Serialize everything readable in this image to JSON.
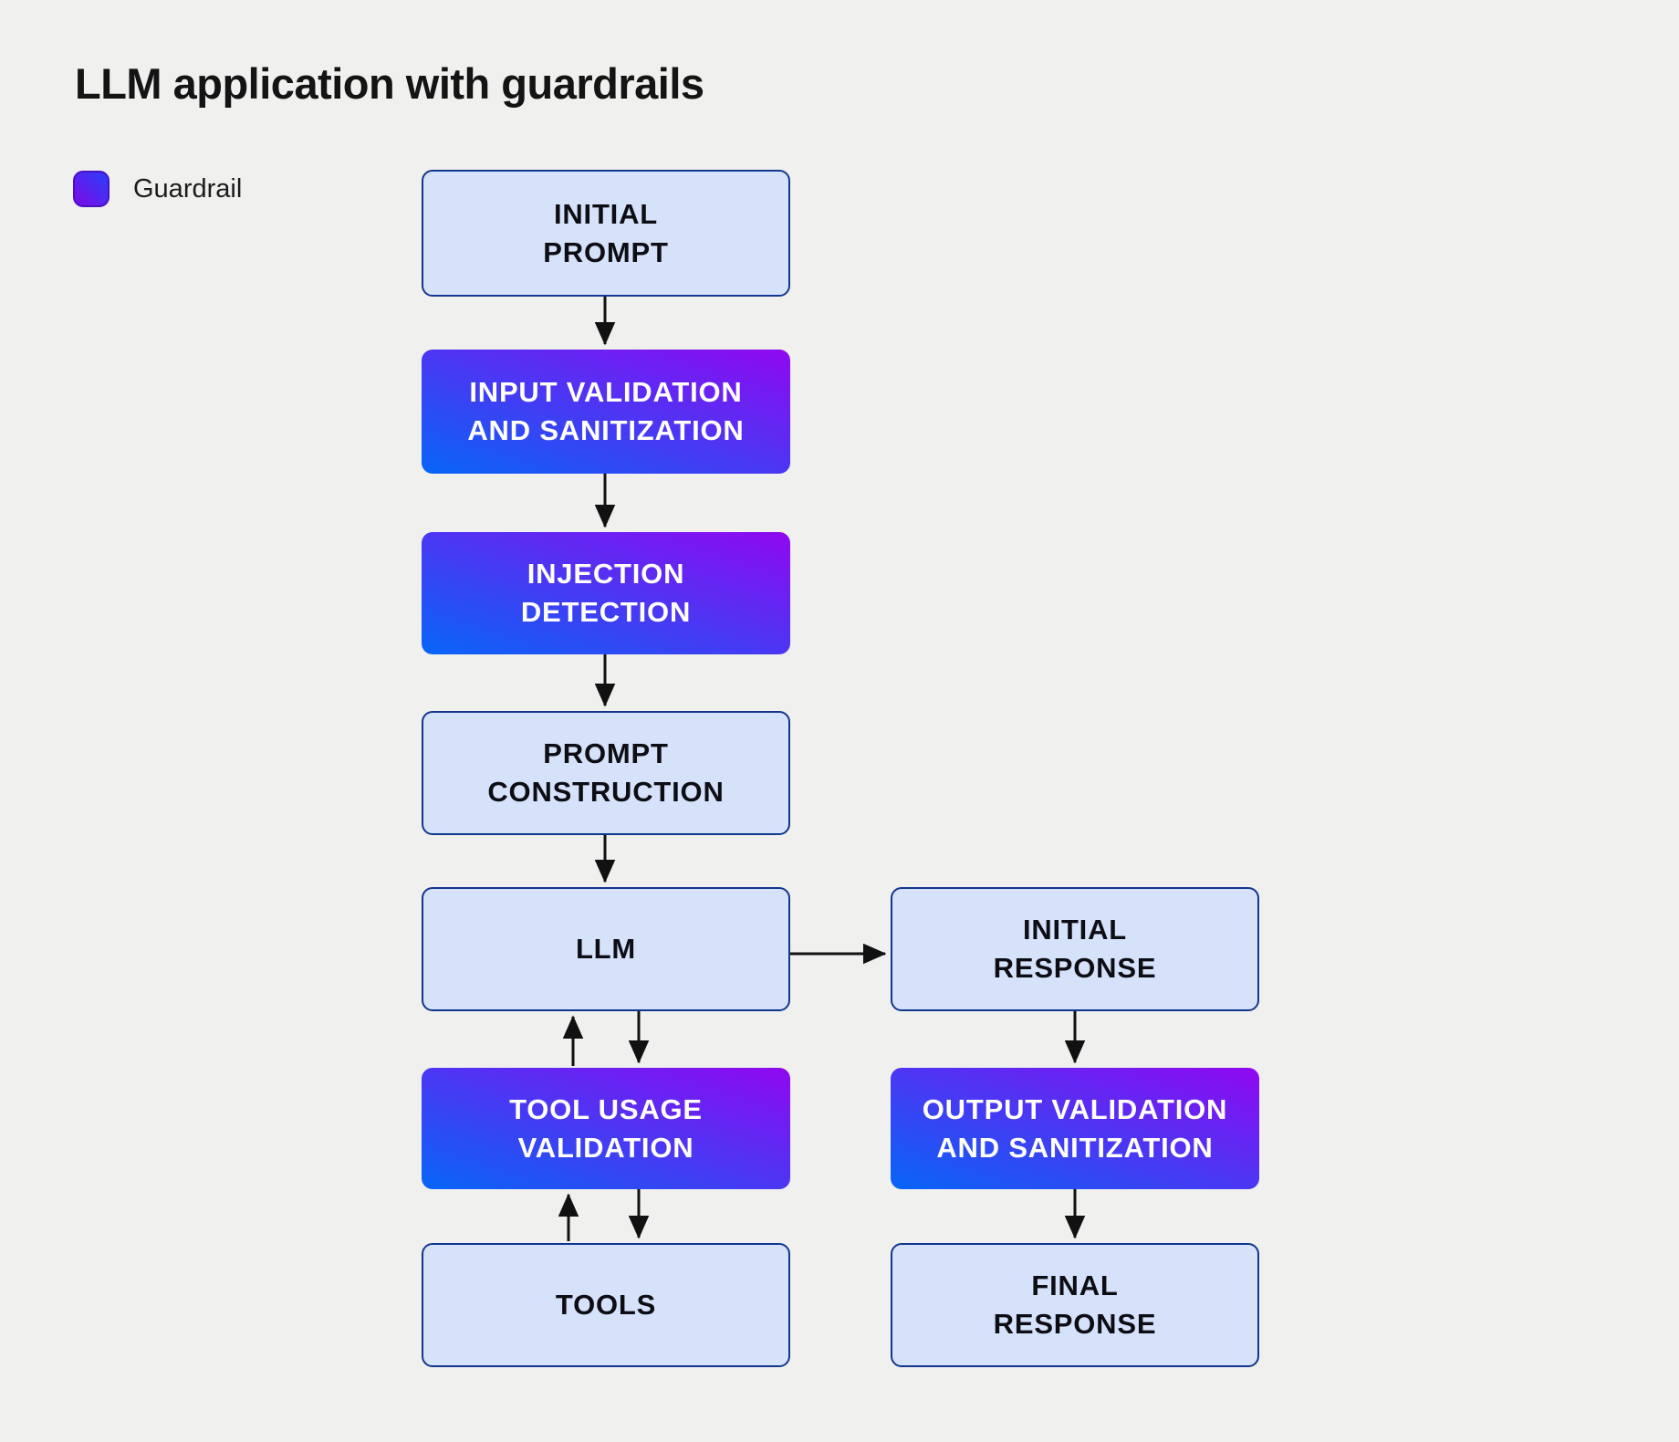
{
  "title": "LLM application with guardrails",
  "legend": {
    "label": "Guardrail",
    "swatch_gradient_from": "#7c0ae3",
    "swatch_gradient_to": "#2b40fb"
  },
  "colors": {
    "background": "#f0f0ee",
    "plain_node_fill": "#d5e2fa",
    "plain_node_border": "#12368f",
    "guardrail_gradient_from": "#0765f7",
    "guardrail_gradient_to": "#9008f0",
    "plain_text": "#0d0d14",
    "guardrail_text": "#ffffff",
    "arrow": "#111111"
  },
  "nodes": {
    "initial_prompt": {
      "label": "INITIAL\nPROMPT",
      "type": "plain"
    },
    "input_validation": {
      "label": "INPUT VALIDATION\nAND SANITIZATION",
      "type": "guardrail"
    },
    "injection_detection": {
      "label": "INJECTION\nDETECTION",
      "type": "guardrail"
    },
    "prompt_construction": {
      "label": "PROMPT\nCONSTRUCTION",
      "type": "plain"
    },
    "llm": {
      "label": "LLM",
      "type": "plain"
    },
    "tool_usage_validation": {
      "label": "TOOL USAGE\nVALIDATION",
      "type": "guardrail"
    },
    "tools": {
      "label": "TOOLS",
      "type": "plain"
    },
    "initial_response": {
      "label": "INITIAL\nRESPONSE",
      "type": "plain"
    },
    "output_validation": {
      "label": "OUTPUT VALIDATION\nAND SANITIZATION",
      "type": "guardrail"
    },
    "final_response": {
      "label": "FINAL\nRESPONSE",
      "type": "plain"
    }
  },
  "edges": [
    "initial_prompt -> input_validation",
    "input_validation -> injection_detection",
    "injection_detection -> prompt_construction",
    "prompt_construction -> llm",
    "llm -> initial_response",
    "llm <-> tool_usage_validation",
    "tool_usage_validation <-> tools",
    "initial_response -> output_validation",
    "output_validation -> final_response"
  ]
}
